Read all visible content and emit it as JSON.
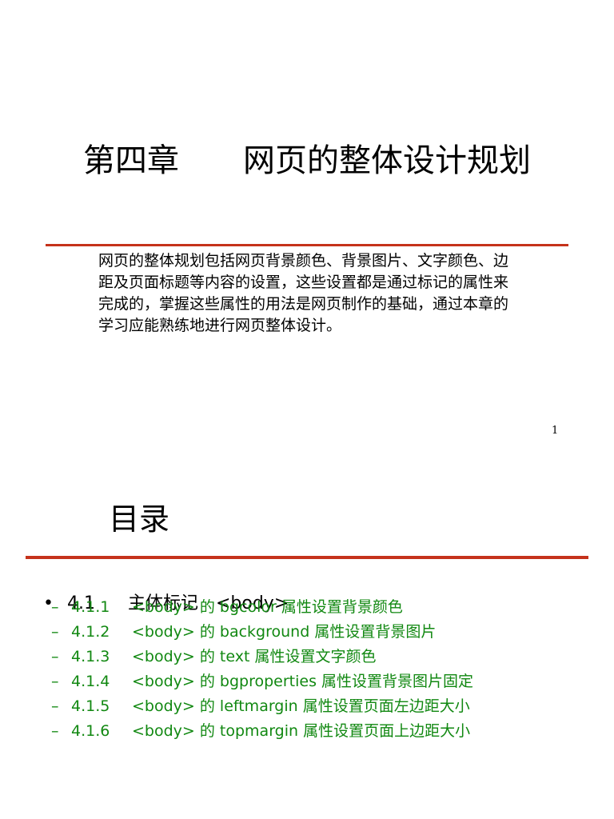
{
  "slide1": {
    "title": "第四章　　网页的整体设计规划",
    "paragraph": "网页的整体规划包括网页背景颜色、背景图片、文字颜色、边距及页面标题等内容的设置，这些设置都是通过标记的属性来完成的，掌握这些属性的用法是网页制作的基础，通过本章的学习应能熟练地进行网页整体设计。",
    "page_number": "1"
  },
  "slide2": {
    "title": "目录",
    "section": {
      "bullet": "•",
      "number": "4.1",
      "label": "主体标记　<body> 　"
    },
    "subitems": [
      {
        "dash": "–",
        "number": "4.1.1",
        "label": "<body> 的 bgcolor 属性设置背景颜色"
      },
      {
        "dash": "–",
        "number": "4.1.2",
        "label": "<body> 的 background 属性设置背景图片"
      },
      {
        "dash": "–",
        "number": "4.1.3",
        "label": "<body> 的 text 属性设置文字颜色"
      },
      {
        "dash": "–",
        "number": "4.1.4",
        "label": "<body> 的 bgproperties 属性设置背景图片固定"
      },
      {
        "dash": "–",
        "number": "4.1.5",
        "label": "<body> 的 leftmargin 属性设置页面左边距大小"
      },
      {
        "dash": "–",
        "number": "4.1.6",
        "label": "<body> 的 topmargin 属性设置页面上边距大小"
      }
    ],
    "colors": {
      "accent_rule": "#c5321b",
      "sub_text": "#118811"
    }
  }
}
